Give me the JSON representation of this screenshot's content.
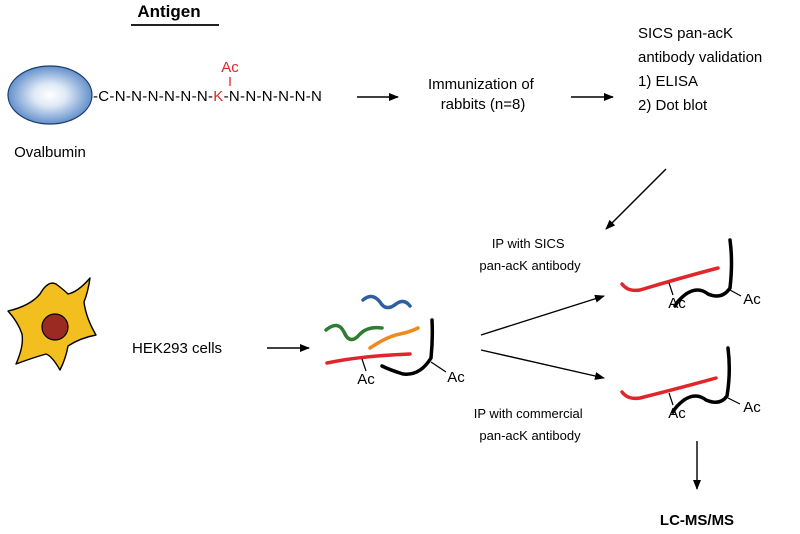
{
  "antigen": {
    "heading": "Antigen",
    "carrier_label": "Ovalbumin",
    "peptide_left": "-C-N-N-N-N-N-N-",
    "modified_residue": "K",
    "peptide_right": "-N-N-N-N-N-N",
    "modification": "Ac"
  },
  "immunization": {
    "line1": "Immunization of",
    "line2": "rabbits (n=8)"
  },
  "validation": {
    "line1": "SICS pan-acK",
    "line2": "antibody validation",
    "line3": "1) ELISA",
    "line4": "2) Dot blot"
  },
  "cells": {
    "label": "HEK293 cells"
  },
  "mixture": {
    "ac_label_1": "Ac",
    "ac_label_2": "Ac"
  },
  "ip_sics": {
    "line1": "IP with SICS",
    "line2": "pan-acK antibody",
    "ac_label_1": "Ac",
    "ac_label_2": "Ac"
  },
  "ip_commercial": {
    "line1": "IP with commercial",
    "line2": "pan-acK antibody",
    "ac_label_1": "Ac",
    "ac_label_2": "Ac"
  },
  "analysis": {
    "label": "LC-MS/MS"
  },
  "colors": {
    "acetyl_red": "#e0262b",
    "strand_black": "#000000",
    "strand_green": "#2e7d32",
    "strand_blue": "#2f5f9e",
    "strand_orange": "#ee8a1e",
    "ovalbumin_fill": "#4f82c4",
    "cell_fill": "#f2bf1f",
    "nucleus_fill": "#9b2a23"
  }
}
